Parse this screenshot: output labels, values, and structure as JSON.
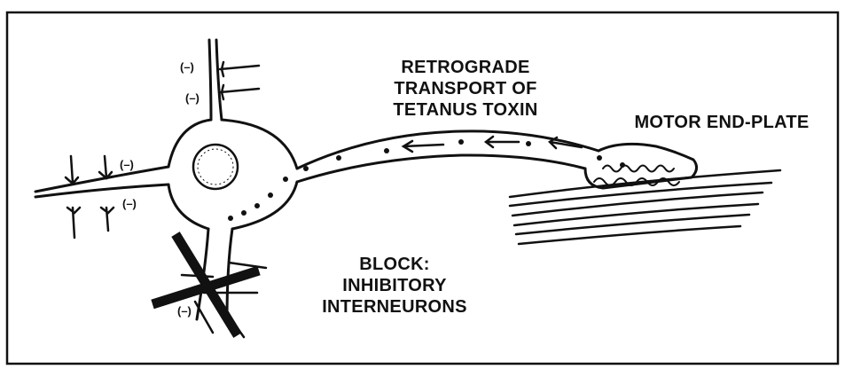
{
  "labels": {
    "retrograde_line1": "RETROGRADE",
    "retrograde_line2": "TRANSPORT OF",
    "retrograde_line3": "TETANUS TOXIN",
    "motor_end_plate": "MOTOR END-PLATE",
    "block_line1": "BLOCK:",
    "block_line2": "INHIBITORY",
    "block_line3": "INTERNEURONS"
  },
  "inhibitory_sign": "(–)",
  "colors": {
    "ink": "#111111",
    "background": "#ffffff"
  }
}
